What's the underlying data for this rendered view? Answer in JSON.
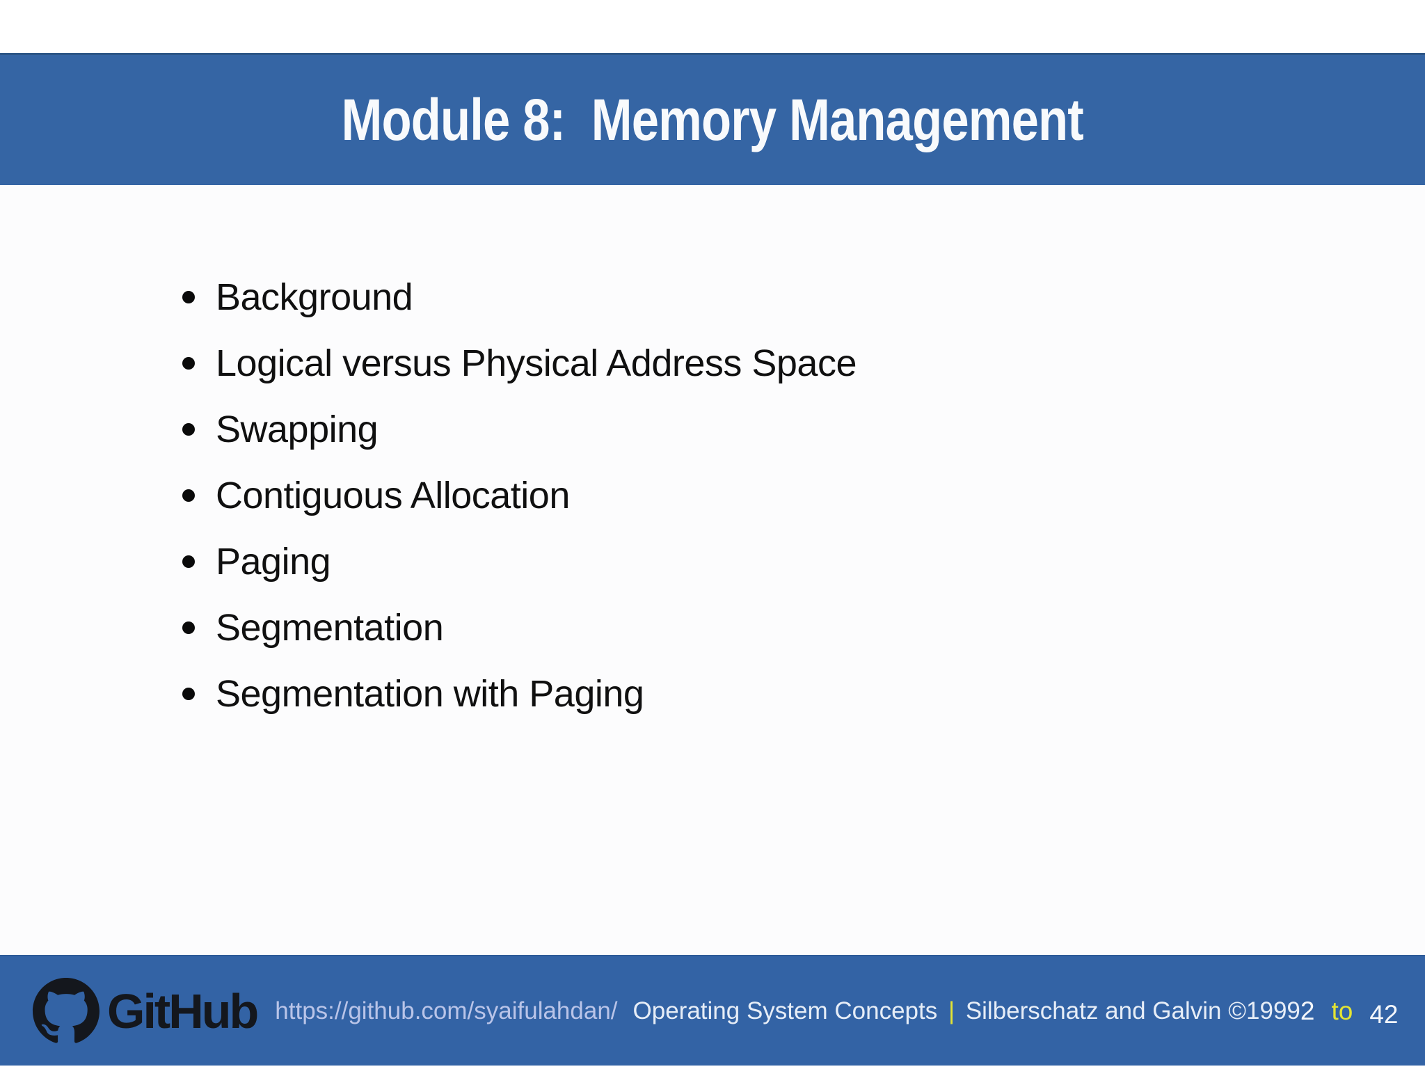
{
  "slide": {
    "title": "Module 8:  Memory Management",
    "bullets": [
      "Background",
      "Logical versus Physical Address Space",
      "Swapping",
      "Contiguous Allocation",
      "Paging",
      "Segmentation",
      "Segmentation with Paging"
    ]
  },
  "footer": {
    "logo_text": "GitHub",
    "url": "https://github.com/syaifulahdan/",
    "book": "Operating System Concepts",
    "separator": "|",
    "authors": "Silberschatz and Galvin ©1999",
    "page_current": "2",
    "page_connector": "to",
    "page_total": "42"
  },
  "colors": {
    "header_blue": "#3565a4",
    "footer_blue": "#3363a5",
    "accent_yellow": "#e4e433",
    "url_text": "#b9c4e8",
    "footer_text": "#e6edf7",
    "body_text": "#101010",
    "logo_dark": "#14171d"
  }
}
